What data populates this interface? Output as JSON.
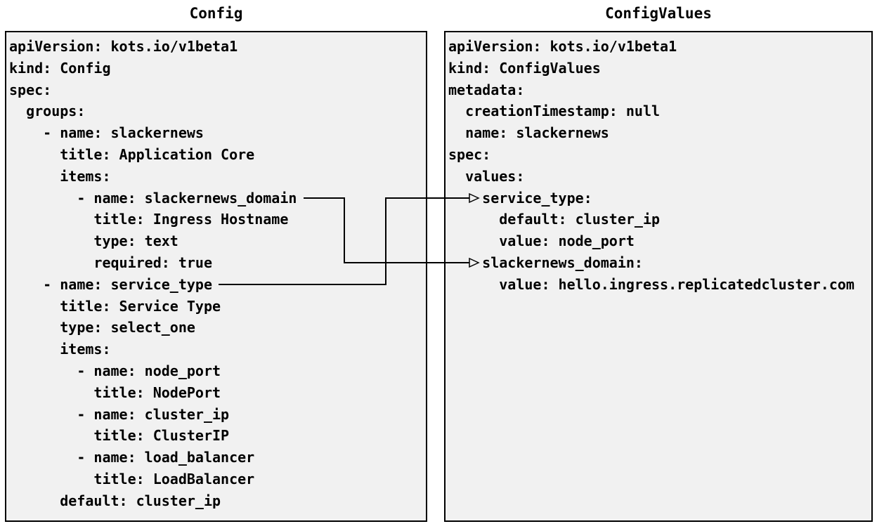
{
  "colors": {
    "page_background": "#ffffff",
    "panel_background": "#f1f1f1",
    "panel_border": "#000000",
    "text": "#000000",
    "arrow": "#000000"
  },
  "left_panel": {
    "title": "Config",
    "lines": [
      "apiVersion: kots.io/v1beta1",
      "kind: Config",
      "spec:",
      "  groups:",
      "    - name: slackernews",
      "      title: Application Core",
      "      items:",
      "        - name: slackernews_domain",
      "          title: Ingress Hostname",
      "          type: text",
      "          required: true",
      "    - name: service_type",
      "      title: Service Type",
      "      type: select_one",
      "      items:",
      "        - name: node_port",
      "          title: NodePort",
      "        - name: cluster_ip",
      "          title: ClusterIP",
      "        - name: load_balancer",
      "          title: LoadBalancer",
      "      default: cluster_ip"
    ]
  },
  "right_panel": {
    "title": "ConfigValues",
    "lines": [
      "apiVersion: kots.io/v1beta1",
      "kind: ConfigValues",
      "metadata:",
      "  creationTimestamp: null",
      "  name: slackernews",
      "spec:",
      "  values:",
      "    service_type:",
      "      default: cluster_ip",
      "      value: node_port",
      "    slackernews_domain:",
      "      value: hello.ingress.replicatedcluster.com"
    ]
  },
  "connections": [
    {
      "from": "slackernews_domain (Config item)",
      "to": "slackernews_domain (ConfigValues value key)"
    },
    {
      "from": "service_type (Config item)",
      "to": "service_type (ConfigValues value key)"
    }
  ]
}
